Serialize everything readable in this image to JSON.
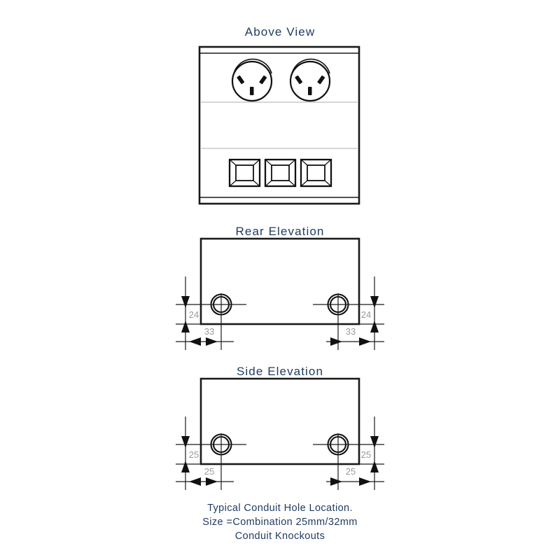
{
  "drawing": {
    "background_color": "#ffffff",
    "line_color": "#1a1a1a",
    "title_color": "#1f3a5f",
    "dimension_label_color": "#9a9a9a"
  },
  "views": {
    "above": {
      "title": "Above View",
      "sockets": [
        {
          "name": "power-socket-left"
        },
        {
          "name": "power-socket-right"
        }
      ],
      "ports": [
        {
          "name": "data-port-1"
        },
        {
          "name": "data-port-2"
        },
        {
          "name": "data-port-3"
        }
      ]
    },
    "rear": {
      "title": "Rear Elevation",
      "dimensions": {
        "left_vertical": "24",
        "left_horizontal": "33",
        "right_vertical": "24",
        "right_horizontal": "33"
      }
    },
    "side": {
      "title": "Side Elevation",
      "dimensions": {
        "left_vertical": "25",
        "left_horizontal": "25",
        "right_vertical": "25",
        "right_horizontal": "25"
      }
    }
  },
  "caption": {
    "line1": "Typical Conduit Hole Location.",
    "line2": "Size =Combination 25mm/32mm",
    "line3": "Conduit Knockouts"
  }
}
